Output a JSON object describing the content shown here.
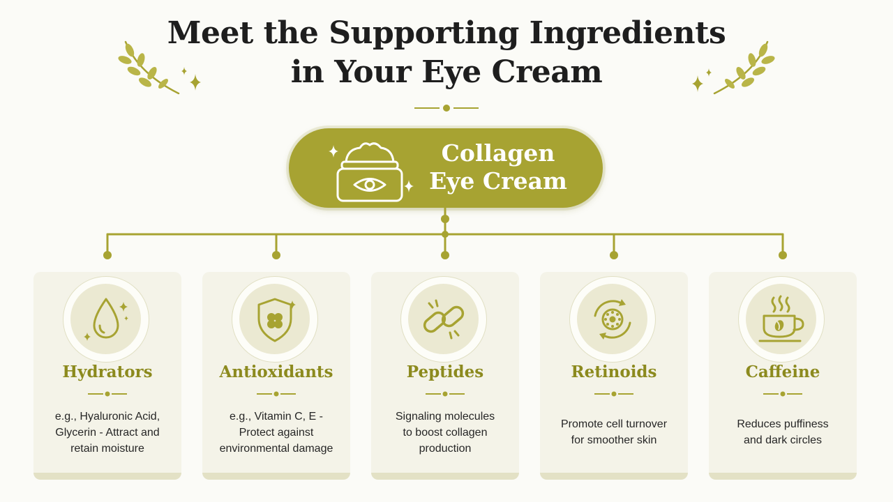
{
  "title": {
    "line1": "Meet the Supporting Ingredients",
    "line2": "in Your Eye Cream"
  },
  "hub": {
    "line1": "Collagen",
    "line2": "Eye Cream",
    "icon": "cream-jar-eye-icon"
  },
  "colors": {
    "accent": "#a7a332",
    "accent_dark": "#8c8a1e",
    "card_bg": "#f4f3e8",
    "text": "#262626"
  },
  "ingredients": [
    {
      "name": "Hydrators",
      "icon": "water-drop-icon",
      "desc": [
        "e.g., Hyaluronic Acid,",
        "Glycerin - Attract and",
        "retain moisture"
      ]
    },
    {
      "name": "Antioxidants",
      "icon": "shield-icon",
      "desc": [
        "e.g., Vitamin C, E -",
        "Protect against",
        "environmental damage"
      ]
    },
    {
      "name": "Peptides",
      "icon": "chain-link-icon",
      "desc": [
        "Signaling molecules",
        "to boost collagen",
        "production"
      ]
    },
    {
      "name": "Retinoids",
      "icon": "cell-renewal-icon",
      "desc": [
        "Promote cell turnover",
        "for smoother skin"
      ]
    },
    {
      "name": "Caffeine",
      "icon": "coffee-cup-icon",
      "desc": [
        "Reduces puffiness",
        "and dark circles"
      ]
    }
  ]
}
